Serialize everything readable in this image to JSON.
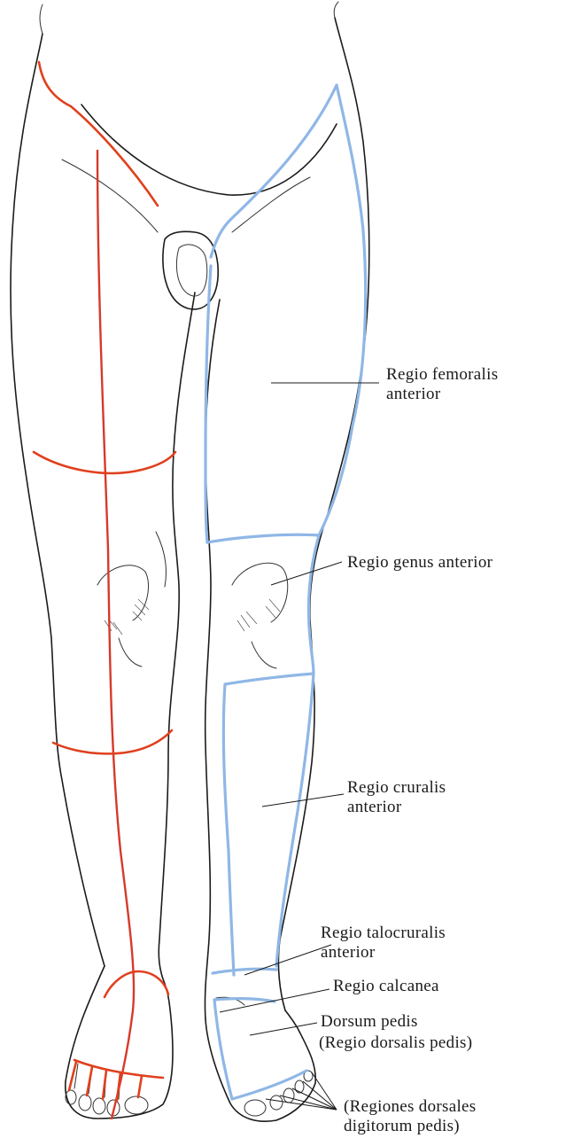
{
  "figure": {
    "colors": {
      "outline": "#1b1b1b",
      "left_leg_boundaries": "#e0401e",
      "right_leg_boundaries": "#8fb7e6"
    }
  },
  "labels": {
    "femoralis_line1": "Regio femoralis",
    "femoralis_line2": "anterior",
    "genus": "Regio genus anterior",
    "cruralis_line1": "Regio cruralis",
    "cruralis_line2": "anterior",
    "talocruralis_line1": "Regio talocruralis",
    "talocruralis_line2": "anterior",
    "calcanea": "Regio calcanea",
    "dorsum_line1": "Dorsum pedis",
    "dorsum_line2": "(Regio dorsalis pedis)",
    "digitorum_line1": "(Regiones dorsales",
    "digitorum_line2": "digitorum pedis)"
  }
}
